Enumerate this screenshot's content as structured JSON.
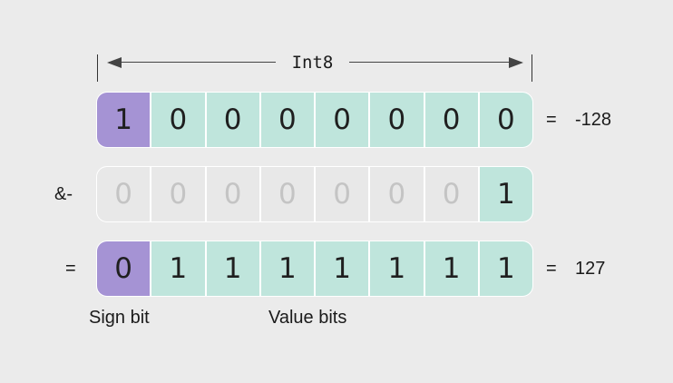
{
  "type_label": "Int8",
  "rows": [
    {
      "operator": "",
      "bits": [
        "1",
        "0",
        "0",
        "0",
        "0",
        "0",
        "0",
        "0"
      ],
      "equals": "=",
      "result": "-128"
    },
    {
      "operator": "&-",
      "bits": [
        "0",
        "0",
        "0",
        "0",
        "0",
        "0",
        "0",
        "1"
      ],
      "equals": "",
      "result": ""
    },
    {
      "operator": "=",
      "bits": [
        "0",
        "1",
        "1",
        "1",
        "1",
        "1",
        "1",
        "1"
      ],
      "equals": "=",
      "result": "127"
    }
  ],
  "captions": {
    "sign": "Sign bit",
    "value": "Value bits"
  },
  "colors": {
    "background": "#ebebeb",
    "sign_bit": "#a593d4",
    "value_bit": "#bfe5dc",
    "unset_bit": "#e8e8e8"
  }
}
